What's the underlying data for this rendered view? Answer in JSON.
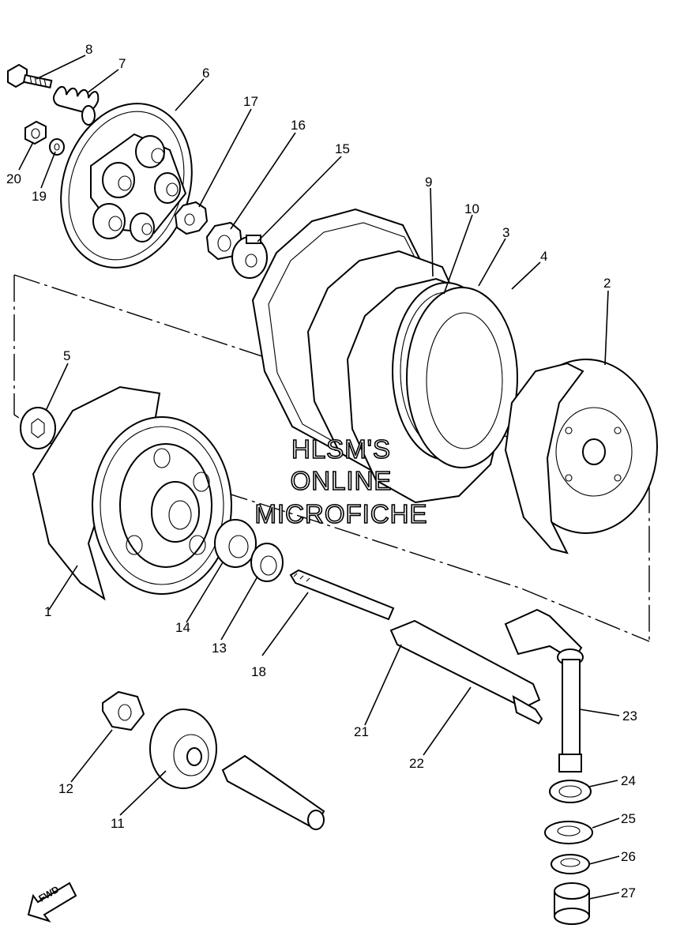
{
  "diagram": {
    "callouts": [
      {
        "id": "1",
        "label": "1"
      },
      {
        "id": "2",
        "label": "2"
      },
      {
        "id": "3",
        "label": "3"
      },
      {
        "id": "4",
        "label": "4"
      },
      {
        "id": "5",
        "label": "5"
      },
      {
        "id": "6",
        "label": "6"
      },
      {
        "id": "7",
        "label": "7"
      },
      {
        "id": "8",
        "label": "8"
      },
      {
        "id": "9",
        "label": "9"
      },
      {
        "id": "10",
        "label": "10"
      },
      {
        "id": "11",
        "label": "11"
      },
      {
        "id": "12",
        "label": "12"
      },
      {
        "id": "13",
        "label": "13"
      },
      {
        "id": "14",
        "label": "14"
      },
      {
        "id": "15",
        "label": "15"
      },
      {
        "id": "16",
        "label": "16"
      },
      {
        "id": "17",
        "label": "17"
      },
      {
        "id": "18",
        "label": "18"
      },
      {
        "id": "19",
        "label": "19"
      },
      {
        "id": "20",
        "label": "20"
      },
      {
        "id": "21",
        "label": "21"
      },
      {
        "id": "22",
        "label": "22"
      },
      {
        "id": "23",
        "label": "23"
      },
      {
        "id": "24",
        "label": "24"
      },
      {
        "id": "25",
        "label": "25"
      },
      {
        "id": "26",
        "label": "26"
      },
      {
        "id": "27",
        "label": "27"
      }
    ],
    "watermark": [
      "HLSM'S",
      "ONLINE",
      "MICROFICHE"
    ],
    "direction_marker": "FWD"
  }
}
